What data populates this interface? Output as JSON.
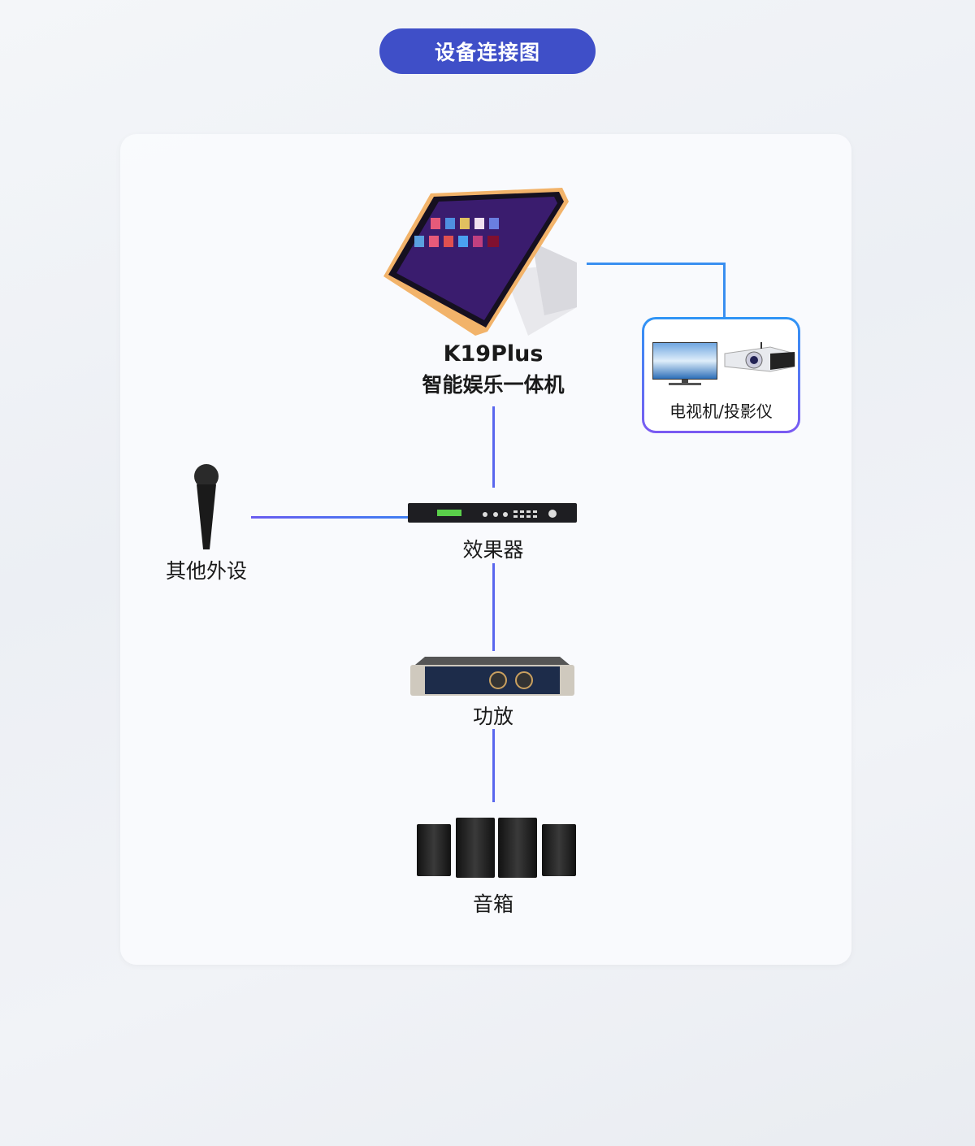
{
  "title": "设备连接图",
  "devices": {
    "main": {
      "name": "K19Plus",
      "subtitle": "智能娱乐一体机"
    },
    "display": {
      "label": "电视机/投影仪"
    },
    "peripheral": {
      "label": "其他外设"
    },
    "effects": {
      "label": "效果器"
    },
    "amplifier": {
      "label": "功放"
    },
    "speakers": {
      "label": "音箱"
    }
  },
  "colors": {
    "title_bg": "#3f4fc8",
    "line": "#5a67ee",
    "display_line": "#3a8ff0"
  }
}
